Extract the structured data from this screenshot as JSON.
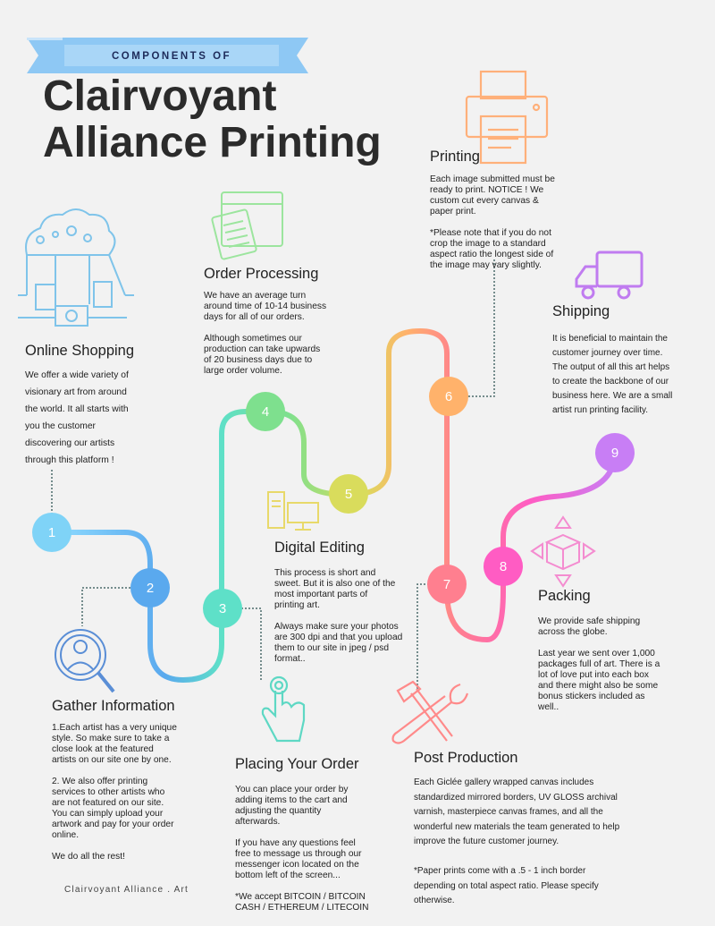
{
  "header": {
    "banner": "COMPONENTS OF",
    "title_line1": "Clairvoyant",
    "title_line2": "Alliance Printing"
  },
  "steps": [
    {
      "num": "1",
      "color": "#7fd3f7"
    },
    {
      "num": "2",
      "color": "#5aa9ee"
    },
    {
      "num": "3",
      "color": "#5ee0c8"
    },
    {
      "num": "4",
      "color": "#7ee08e"
    },
    {
      "num": "5",
      "color": "#d9dc5c"
    },
    {
      "num": "6",
      "color": "#ffb26b"
    },
    {
      "num": "7",
      "color": "#ff7f8f"
    },
    {
      "num": "8",
      "color": "#ff5cc3"
    },
    {
      "num": "9",
      "color": "#c87ef5"
    }
  ],
  "sections": {
    "online": {
      "title": "Online Shopping",
      "text": "We offer a wide variety of\nvisionary art from around\nthe world. It all starts with\nyou the customer\ndiscovering our artists\nthrough this platform !"
    },
    "gather": {
      "title": "Gather Information",
      "text": "1.Each artist has a very unique\nstyle. So make sure to take a\nclose look at the featured\nartists on our site one by one.\n\n2. We also offer printing\nservices to other artists who\nare not featured on our site.\nYou can simply upload your\nartwork and pay for your order\nonline.\n\nWe do all the rest!"
    },
    "order": {
      "title": "Order Processing",
      "text": "We have an average turn\naround time of 10-14 business\ndays for all of our orders.\n\nAlthough sometimes our\nproduction can take upwards\nof 20 business days due to\nlarge order volume."
    },
    "placing": {
      "title": "Placing Your Order",
      "text": "You can place your order by\nadding items to the cart and\nadjusting the quantity\nafterwards.\n\nIf you have any questions feel\nfree to message us through our\nmessenger icon located on the\nbottom left of the screen...\n\n*We accept BITCOIN / BITCOIN\nCASH / ETHEREUM / LITECOIN"
    },
    "digital": {
      "title": "Digital Editing",
      "text": "This process is short and\nsweet. But it is also one of the\nmost important parts of\nprinting art.\n\nAlways make sure your photos\nare 300 dpi and that you upload\nthem to our site in jpeg / psd\nformat.."
    },
    "printing": {
      "title": "Printing",
      "text": "Each image submitted must be\nready to print. NOTICE ! We\ncustom cut every canvas &\npaper print.\n\n*Please note that if you do not\ncrop the image to a standard\naspect ratio the longest side of\nthe image may vary slightly."
    },
    "shipping": {
      "title": "Shipping",
      "text": "It is beneficial to maintain the\ncustomer journey over time.\nThe output of all this art helps\nto create the backbone of our\nbusiness here. We are a small\nartist run printing facility."
    },
    "packing": {
      "title": "Packing",
      "text": "We provide safe shipping\nacross the globe.\n\nLast year we sent over 1,000\npackages full of art. There is a\nlot of love put into each box\nand there might also be some\nbonus stickers included as\nwell.."
    },
    "post": {
      "title": "Post Production",
      "text": "Each Giclée gallery wrapped canvas includes\nstandardized mirrored borders, UV GLOSS archival\nvarnish, masterpiece canvas frames, and all the\nwonderful new materials the team generated to help\nimprove the future customer journey.\n\n*Paper prints come with a .5 - 1 inch border\ndepending on total aspect ratio. Please specify\notherwise."
    }
  },
  "footer": "Clairvoyant Alliance . Art"
}
